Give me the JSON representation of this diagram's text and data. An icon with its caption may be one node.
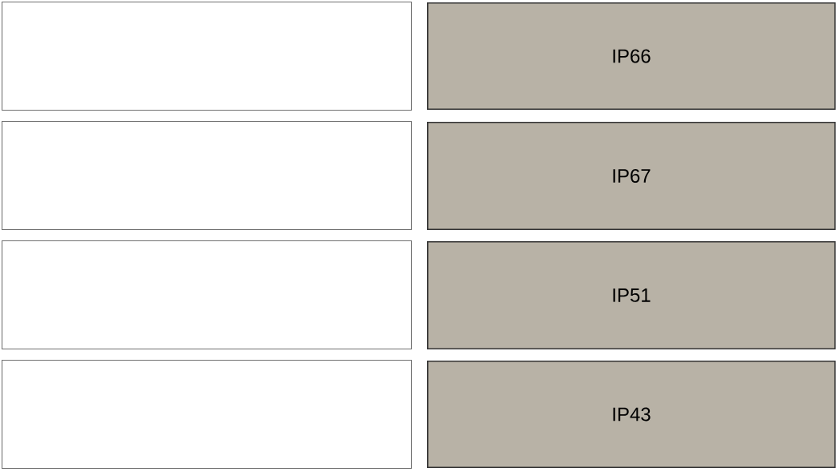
{
  "diagram": {
    "nodes": [
      {
        "text": [],
        "shape": "box"
      },
      {
        "text": [
          "IP66"
        ]
      },
      {
        "text": [],
        "shape": "box"
      },
      {
        "text": [
          "IP67"
        ]
      },
      {
        "text": [],
        "shape": "box"
      },
      {
        "text": [
          "IP51"
        ]
      },
      {
        "text": [],
        "shape": "box"
      },
      {
        "text": [
          "IP43"
        ]
      }
    ]
  }
}
